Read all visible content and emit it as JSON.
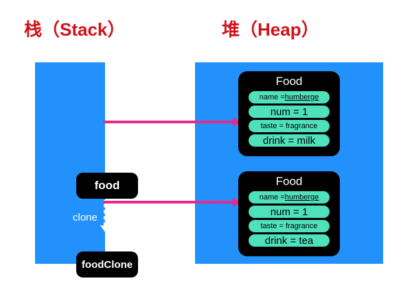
{
  "diagram": {
    "titles": {
      "stack": "栈（Stack）",
      "heap": "堆（Heap）"
    },
    "colors": {
      "title_red": "#d0121b",
      "panel_blue": "#2291fb",
      "object_black": "#000000",
      "field_teal": "#4fe0bc",
      "arrow_pink": "#e62a8b",
      "dashed_arrow_white": "#ffffff"
    },
    "stack": {
      "variables": [
        {
          "name": "food"
        },
        {
          "name": "foodClone"
        }
      ],
      "clone_edge_label": "clone"
    },
    "heap": {
      "objects": [
        {
          "class_name": "Food",
          "fields": [
            {
              "text": "name = humberge",
              "size": "sm",
              "misspelled_word": "humberge"
            },
            {
              "text": "num = 1",
              "size": "lg"
            },
            {
              "text": "taste = fragrance",
              "size": "sm"
            },
            {
              "text": "drink = milk",
              "size": "lg"
            }
          ]
        },
        {
          "class_name": "Food",
          "fields": [
            {
              "text": "name = humberge",
              "size": "sm",
              "misspelled_word": "humberge"
            },
            {
              "text": "num = 1",
              "size": "lg"
            },
            {
              "text": "taste = fragrance",
              "size": "sm"
            },
            {
              "text": "drink = tea",
              "size": "lg"
            }
          ]
        }
      ]
    }
  }
}
